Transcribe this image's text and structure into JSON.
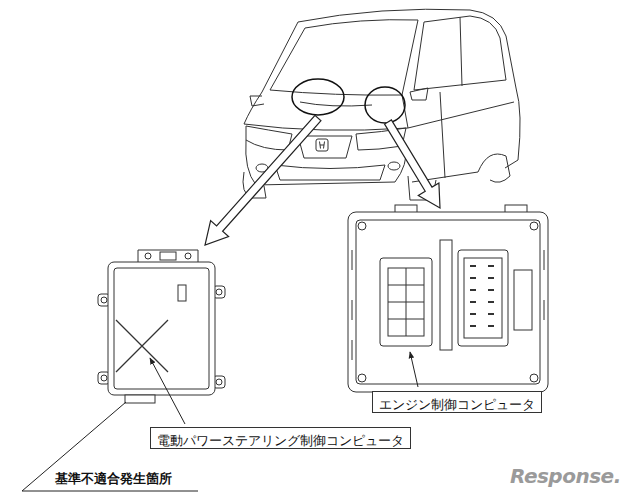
{
  "diagram": {
    "nodes": [
      {
        "text": [
          "エンジン制御コンピュータ"
        ]
      },
      {
        "text": [
          "電動パワーステアリング制御コンピュータ"
        ]
      }
    ],
    "labels": [
      "基準不適合発生箇所",
      "Response."
    ]
  }
}
